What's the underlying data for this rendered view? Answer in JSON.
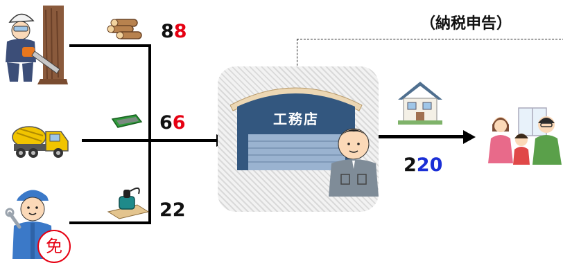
{
  "tax_filing_label": "（納税申告）",
  "suppliers": [
    {
      "role": "lumberjack",
      "item": "logs",
      "amount_black": "8",
      "amount_red": "8"
    },
    {
      "role": "cement-mixer",
      "item": "sieve",
      "amount_black": "6",
      "amount_red": "6"
    },
    {
      "role": "exempt-craftsman",
      "item": "sander-tool",
      "amount": "22",
      "badge": "免"
    }
  ],
  "builder": {
    "sign": "工務店"
  },
  "sale": {
    "amount_black": "2",
    "amount_blue": "20"
  },
  "colors": {
    "red": "#e60012",
    "blue": "#1b2fd6",
    "building": "#33577f"
  },
  "icons": [
    "lumberjack-icon",
    "log-pile-icon",
    "cement-truck-icon",
    "green-tray-icon",
    "worker-icon",
    "sander-icon",
    "builder-office-icon",
    "house-icon",
    "family-icon"
  ]
}
